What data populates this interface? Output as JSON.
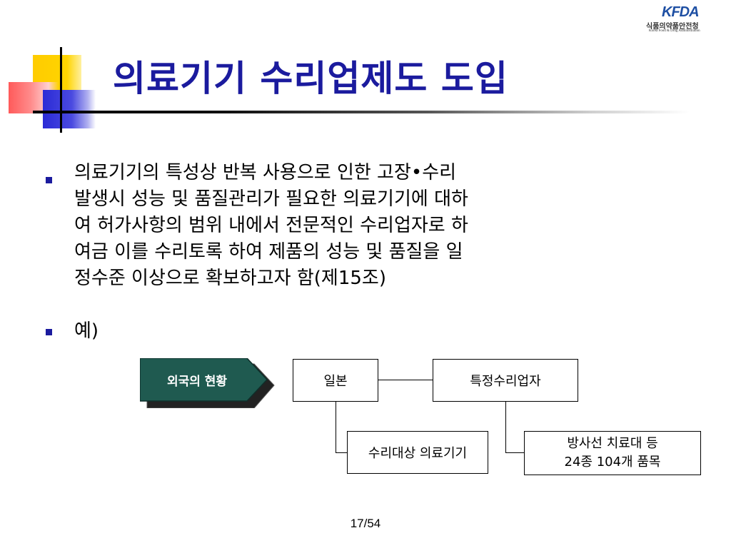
{
  "slide": {
    "title": "의료기기 수리업제도 도입",
    "logo": {
      "mark": "KFDA",
      "korean": "식품의약품안전청",
      "english": "Korea Food & Drug Administration"
    },
    "bullets": [
      {
        "text": "의료기기의 특성상 반복 사용으로 인한 고장•수리\n발생시 성능 및 품질관리가 필요한 의료기기에 대하\n여 허가사항의 범위 내에서 전문적인 수리업자로 하\n여금 이를 수리토록 하여 제품의 성능 및 품질을  일\n정수준 이상으로 확보하고자 함(제15조)"
      },
      {
        "text": "예)"
      }
    ],
    "diagram": {
      "arrow_label": "외국의 현황",
      "box_japan": "일본",
      "box_special": "특정수리업자",
      "box_target": "수리대상 의료기기",
      "box_radiation_line1": "방사선 치료대 등",
      "box_radiation_line2": "24종 104개 품목"
    },
    "page_number": "17/54"
  },
  "colors": {
    "title": "#1b1b9e",
    "bullet": "#1b1b9e",
    "arrow_fill": "#1f5a50",
    "arrow_shadow": "#222222"
  }
}
